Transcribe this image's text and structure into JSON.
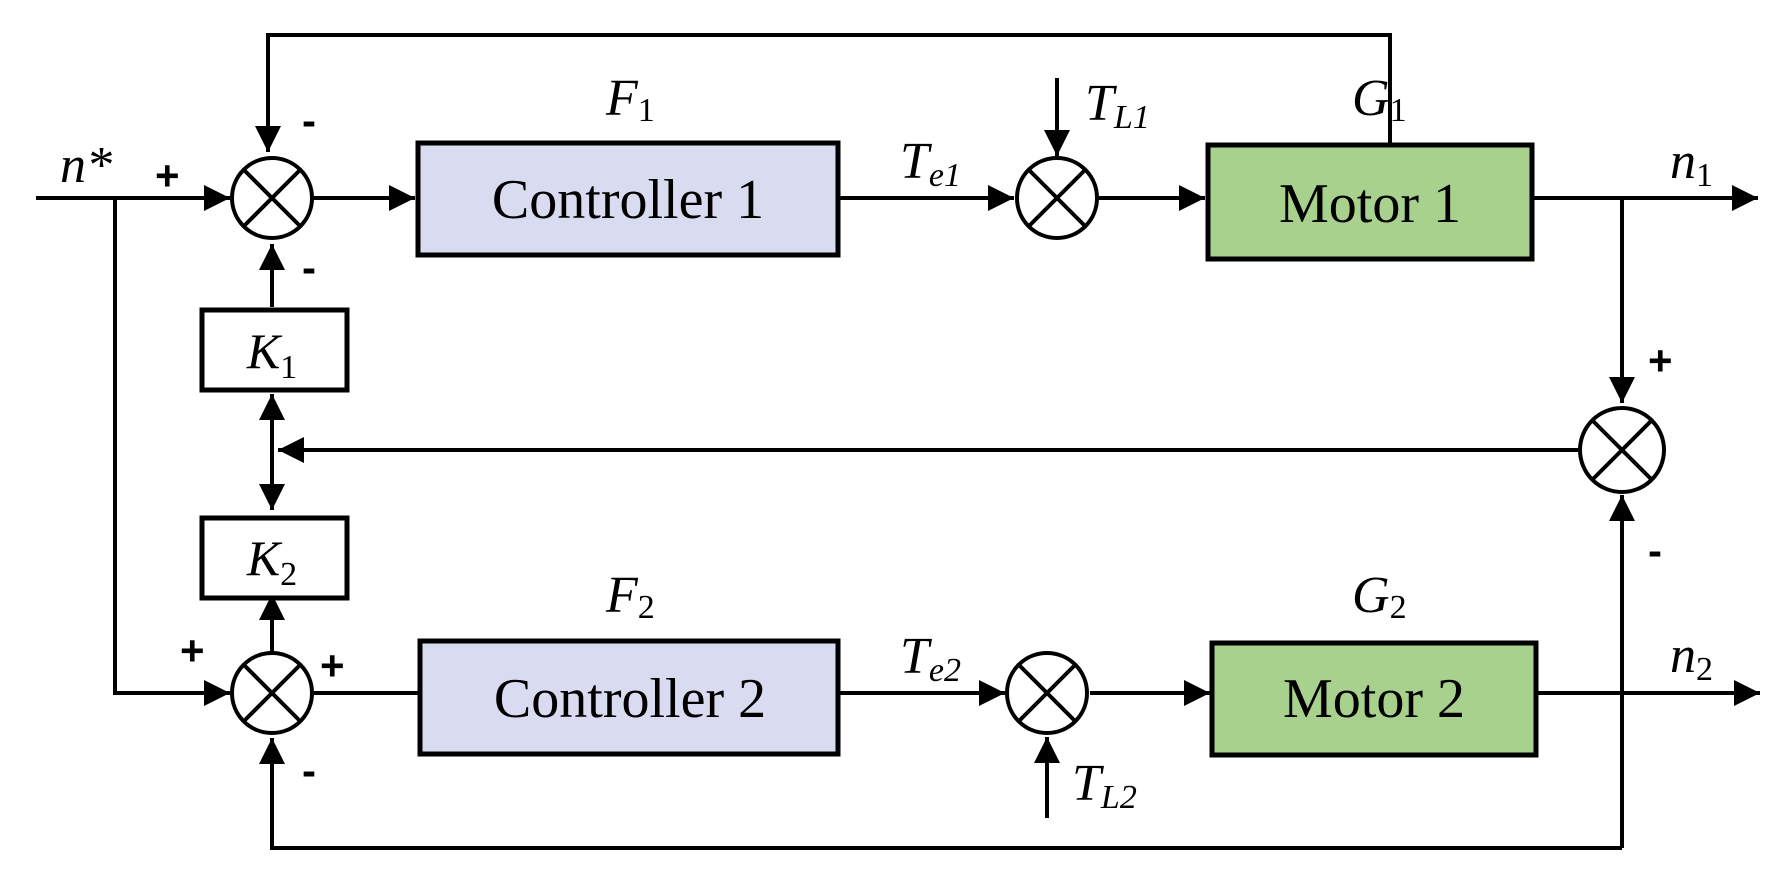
{
  "colors": {
    "controller_fill": "#d9dbf1",
    "motor_fill": "#a9d18e",
    "line": "#000000",
    "background": "#ffffff"
  },
  "blocks": {
    "controller1": {
      "label": "Controller 1"
    },
    "controller2": {
      "label": "Controller 2"
    },
    "motor1": {
      "label": "Motor 1"
    },
    "motor2": {
      "label": "Motor 2"
    },
    "k1": {
      "main": "K",
      "sub": "1"
    },
    "k2": {
      "main": "K",
      "sub": "2"
    }
  },
  "labels": {
    "n_star": "n*",
    "f1": {
      "main": "F",
      "sub": "1"
    },
    "f2": {
      "main": "F",
      "sub": "2"
    },
    "g1": {
      "main": "G",
      "sub": "1"
    },
    "g2": {
      "main": "G",
      "sub": "2"
    },
    "te1": {
      "main": "T",
      "sub": "e1"
    },
    "te2": {
      "main": "T",
      "sub": "e2"
    },
    "tl1": {
      "main": "T",
      "sub": "L1"
    },
    "tl2": {
      "main": "T",
      "sub": "L2"
    },
    "n1": {
      "main": "n",
      "sub": "1"
    },
    "n2": {
      "main": "n",
      "sub": "2"
    }
  },
  "signs": {
    "sum1_top": "-",
    "sum1_left": "+",
    "sum1_bottom": "-",
    "sum2_left": "+",
    "sum2_right": "+",
    "sum2_bottom": "-",
    "diff_top": "+",
    "diff_bottom": "-"
  }
}
